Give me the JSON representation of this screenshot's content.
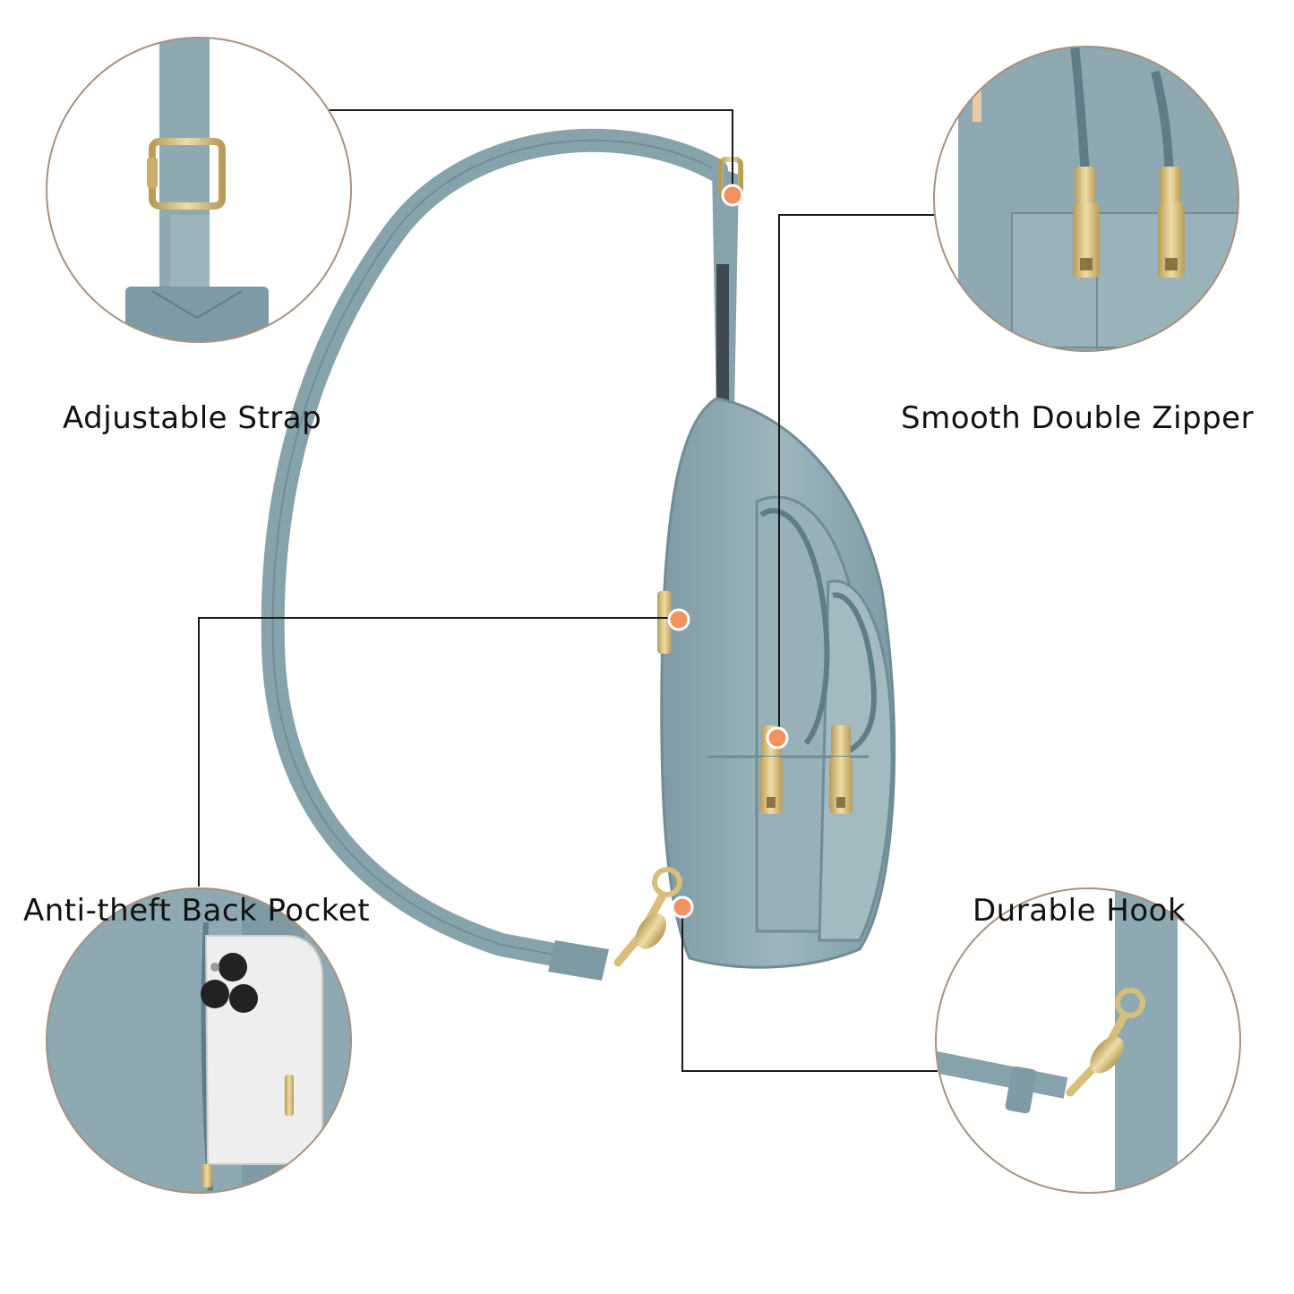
{
  "labels": {
    "strap": "Adjustable Strap",
    "zipper": "Smooth Double Zipper",
    "pocket": "Anti-theft Back Pocket",
    "hook": "Durable Hook"
  },
  "colors": {
    "background": "#ffffff",
    "leather": "#8eaab3",
    "leather_dark": "#6f8d97",
    "leather_light": "#a9c0c7",
    "hardware_gold": "#d9bd7a",
    "marker_orange": "#f4925f",
    "callout_line": "#1a1a1a",
    "circle_border": "#a8907e"
  },
  "icons": {
    "marker": "callout-dot-icon",
    "buckle": "buckle-icon",
    "zipper_pull": "zipper-pull-icon",
    "hook": "lobster-clasp-icon",
    "phone": "phone-icon"
  }
}
